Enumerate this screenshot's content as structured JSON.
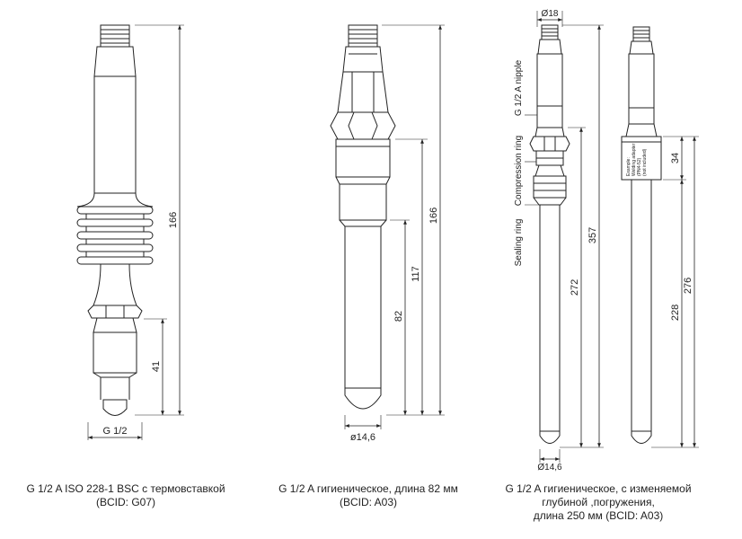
{
  "sensor1": {
    "dims": {
      "total": "166",
      "lower": "41",
      "thread": "G 1/2"
    },
    "caption": [
      "G 1/2 A ISO 228-1 BSC с термовставкой",
      "(BCID: G07)"
    ]
  },
  "sensor2": {
    "dims": {
      "total": "166",
      "mid": "117",
      "lower": "82",
      "diameter": "ø14,6"
    },
    "caption": [
      "G 1/2 A гигиеническое, длина 82 мм",
      "(BCID: A03)"
    ]
  },
  "sensor3": {
    "dims": {
      "top_diameter": "Ø18",
      "total": "357",
      "shaft": "272",
      "bottom_diameter": "Ø14,6"
    },
    "labels": {
      "nipple": "G 1/2 A nipple",
      "compression": "Compression ring",
      "sealing": "Sealing ring"
    },
    "caption": [
      "G 1/2 A гигиеническое, с изменяемой",
      "глубиной ,погружения,",
      "длина 250 мм (BCID: A03)"
    ]
  },
  "sensor4": {
    "dims": {
      "adapter": "34",
      "total": "276",
      "shaft": "228"
    },
    "adapter_text": [
      "Example:",
      "Welding adapter",
      "(PN4-52)",
      "(not included)"
    ]
  }
}
